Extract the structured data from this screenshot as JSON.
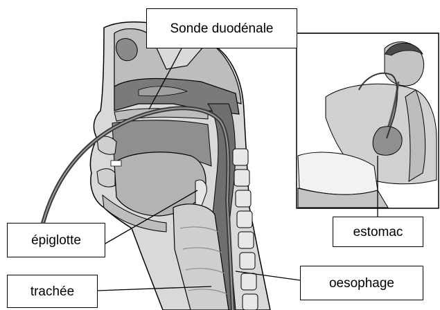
{
  "labels": {
    "sonde_duodenale": "Sonde duodénale",
    "epiglotte": "épiglotte",
    "estomac": "estomac",
    "oesophage": "oesophage",
    "trachee": "trachée"
  },
  "colors": {
    "background": "#ffffff",
    "outline": "#000000",
    "tissue_light": "#d9d9d9",
    "tissue_mid": "#a6a6a6",
    "tissue_dark": "#6f6f6f"
  }
}
